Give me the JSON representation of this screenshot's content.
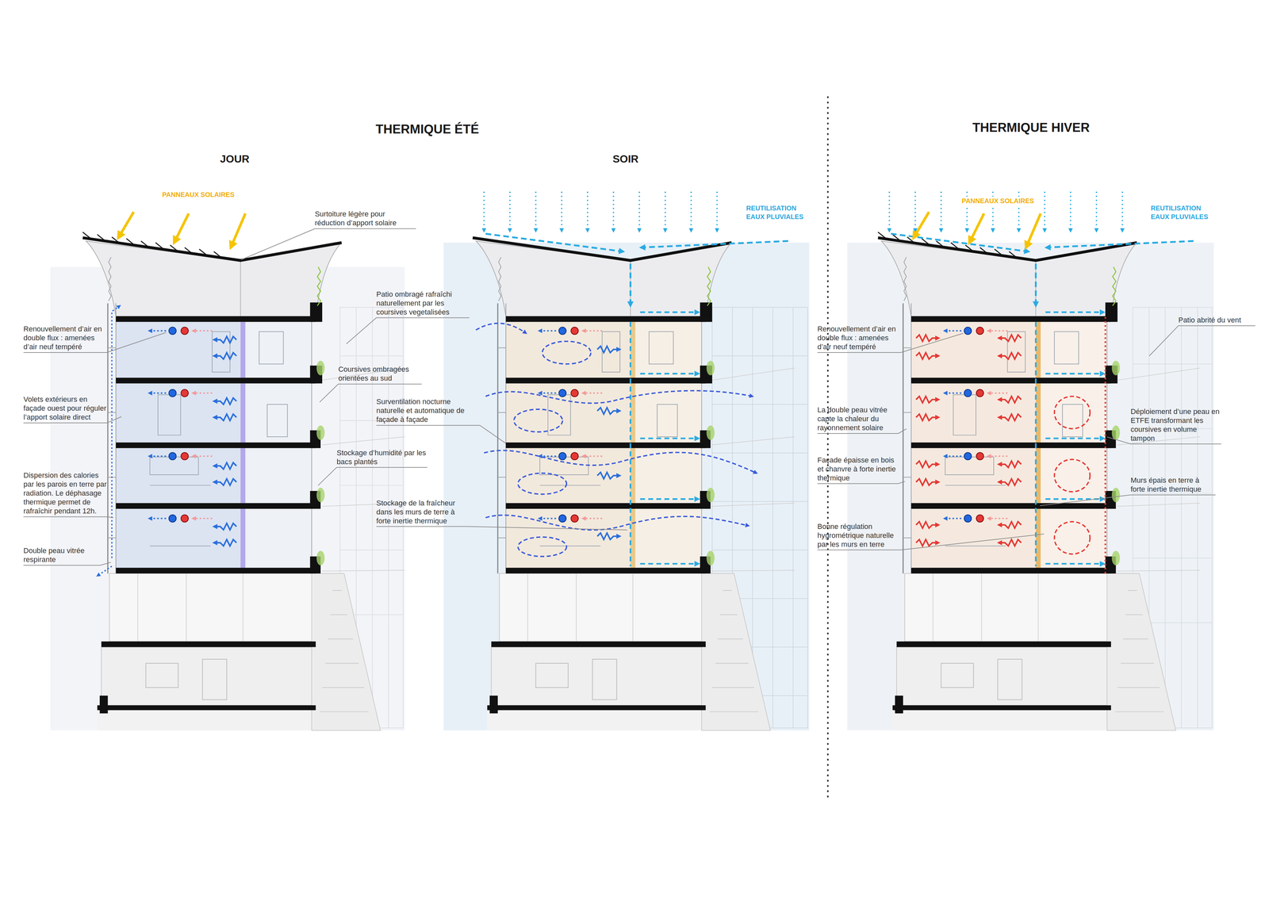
{
  "diagram": {
    "labels": [
      "THERMIQUE ÉTÉ",
      "JOUR",
      "SOIR",
      "THERMIQUE HIVER",
      "PANNEAUX SOLAIRES",
      "Surtoiture légère pour réduction d’apport solaire",
      "Renouvellement d’air en double flux : amenées d’air neuf tempéré",
      "Volets extérieurs en façade ouest pour réguler l’apport solaire direct",
      "Dispersion des calories par les parois en terre par radiation. Le déphasage thermique permet de rafraîchir pendant 12h.",
      "Double peau vitrée respirante",
      "Patio ombragé rafraîchi naturellement par les coursives vegetalisées",
      "Coursives ombragées orientées au sud",
      "Surventilation nocturne naturelle et automatique de façade à façade",
      "Stockage d’humidité par les bacs plantés",
      "Stockage de la fraîcheur dans les murs de terre à forte inertie thermique",
      "REUTILISATION EAUX PLUVIALES",
      "PANNEAUX SOLAIRES",
      "REUTILISATION EAUX PLUVIALES",
      "Patio abrité du vent",
      "Renouvellement d’air en double flux : amenées d’air neuf tempéré",
      "La double peau vitrée capte la chaleur du rayonnement solaire",
      "Façade épaisse en bois et chanvre à forte inertie thermique",
      "Bonne régulation hygrométrique naturelle par les murs en terre",
      "Déploiement d’une peau en ETFE transformant les coursives en volume tampon",
      "Murs épais en terre à forte inertie thermique"
    ]
  }
}
